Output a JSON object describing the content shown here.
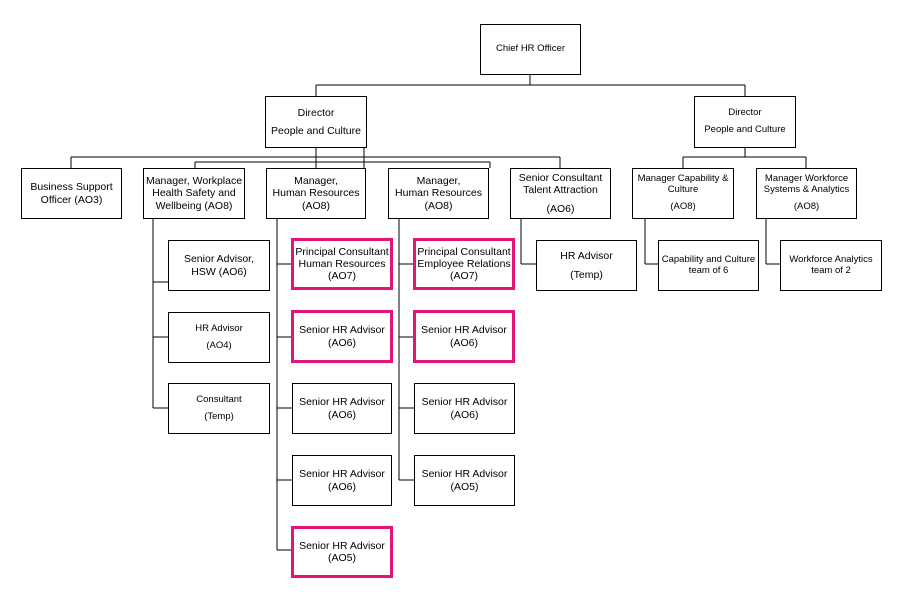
{
  "chief": {
    "line1": "Chief HR Officer"
  },
  "director_left": {
    "line1": "Director",
    "line2": "People and Culture"
  },
  "director_right": {
    "line1": "Director",
    "line2": "People and Culture"
  },
  "business_support": {
    "line1": "Business Support",
    "line2": "Officer (AO3)"
  },
  "manager_whsw": {
    "line1": "Manager, Workplace",
    "line2": "Health Safety and",
    "line3": "Wellbeing (AO8)"
  },
  "manager_hr_1": {
    "line1": "Manager,",
    "line2": "Human Resources",
    "line3": "(AO8)"
  },
  "manager_hr_2": {
    "line1": "Manager,",
    "line2": "Human Resources",
    "line3": "(AO8)"
  },
  "talent": {
    "line1": "Senior Consultant",
    "line2": "Talent Attraction",
    "line3": "(AO6)"
  },
  "capability": {
    "line1": "Manager Capability &",
    "line2": "Culture",
    "line3": "(AO8)"
  },
  "workforce": {
    "line1": "Manager Workforce",
    "line2": "Systems & Analytics",
    "line3": "(AO8)"
  },
  "whsw_team": [
    {
      "line1": "Senior Advisor,",
      "line2": "HSW (AO6)"
    },
    {
      "line1": "HR Advisor",
      "line2": "(AO4)"
    },
    {
      "line1": "Consultant",
      "line2": "(Temp)"
    }
  ],
  "hr1_team": [
    {
      "line1": "Principal Consultant",
      "line2": "Human Resources",
      "line3": "(AO7)"
    },
    {
      "line1": "Senior HR Advisor",
      "line2": "(AO6)"
    },
    {
      "line1": "Senior HR Advisor",
      "line2": "(AO6)"
    },
    {
      "line1": "Senior HR Advisor",
      "line2": "(AO6)"
    },
    {
      "line1": "Senior HR Advisor",
      "line2": "(AO5)"
    }
  ],
  "hr2_team": [
    {
      "line1": "Principal Consultant",
      "line2": "Employee Relations",
      "line3": "(AO7)"
    },
    {
      "line1": "Senior HR Advisor",
      "line2": "(AO6)"
    },
    {
      "line1": "Senior HR Advisor",
      "line2": "(AO6)"
    },
    {
      "line1": "Senior HR Advisor",
      "line2": "(AO5)"
    }
  ],
  "talent_team": [
    {
      "line1": "HR Advisor",
      "line2": "(Temp)"
    }
  ],
  "capability_team": [
    {
      "line1": "Capability and Culture",
      "line2": "team of 6"
    }
  ],
  "workforce_team": [
    {
      "line1": "Workforce Analytics",
      "line2": "team of 2"
    }
  ],
  "colors": {
    "highlight": "#e2137b",
    "line": "#000000",
    "box_border": "#000000"
  }
}
